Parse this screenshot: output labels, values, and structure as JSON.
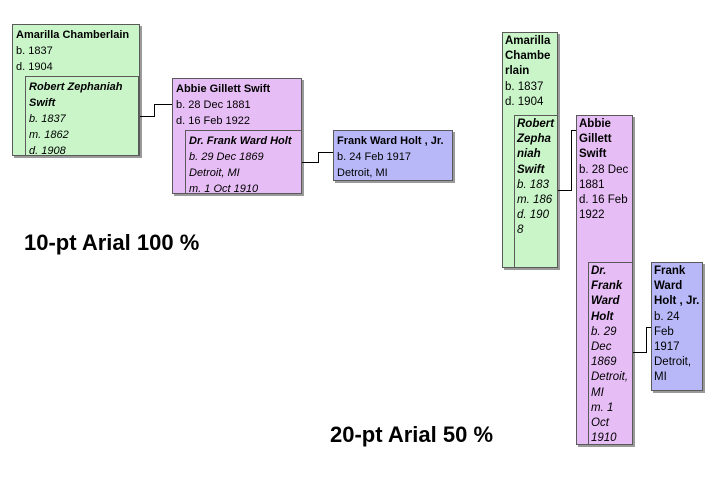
{
  "wide": {
    "amarilla": {
      "name": "Amarilla Chamberlain",
      "birth": "b. 1837",
      "death": "d. 1904"
    },
    "robert": {
      "name": "Robert Zephaniah Swift",
      "birth": "b. 1837",
      "marriage": "m. 1862",
      "death": "d. 1908"
    },
    "abbie": {
      "name": "Abbie Gillett Swift",
      "birth": "b. 28 Dec 1881",
      "death": "d. 16 Feb 1922"
    },
    "frank": {
      "name": "Dr. Frank Ward Holt",
      "birth": "b. 29 Dec 1869",
      "place": "Detroit, MI",
      "marriage": "m. 1 Oct 1910"
    },
    "frank_jr": {
      "name": "Frank Ward Holt , Jr.",
      "birth": "b. 24 Feb 1917",
      "place": "Detroit, MI"
    },
    "caption": "10-pt Arial 100 %"
  },
  "narrow": {
    "amarilla": {
      "name": "Amarilla Chambe rlain",
      "birth": "b. 1837",
      "death": "d. 1904"
    },
    "robert": {
      "name": "Robert Zepha niah Swift",
      "birth": "b. 183",
      "marriage": "m. 186",
      "death": "d. 190",
      "extra": "8"
    },
    "abbie": {
      "name": "Abbie Gillett Swift",
      "birth": "b. 28 Dec 1881",
      "death": "d. 16 Feb 1922"
    },
    "frank": {
      "name": "Dr. Frank Ward Holt",
      "birth": "b. 29 Dec 1869",
      "place": "Detroit, MI",
      "marriage": "m. 1 Oct 1910"
    },
    "frank_jr": {
      "name": "Frank Ward Holt , Jr.",
      "birth": "b. 24 Feb 1917",
      "place": "Detroit, MI"
    },
    "caption": "20-pt Arial 50 %"
  },
  "colors": {
    "ancestor": "#c9f5c9",
    "spouse": "#e7bdf5",
    "child": "#b8b8f8"
  }
}
